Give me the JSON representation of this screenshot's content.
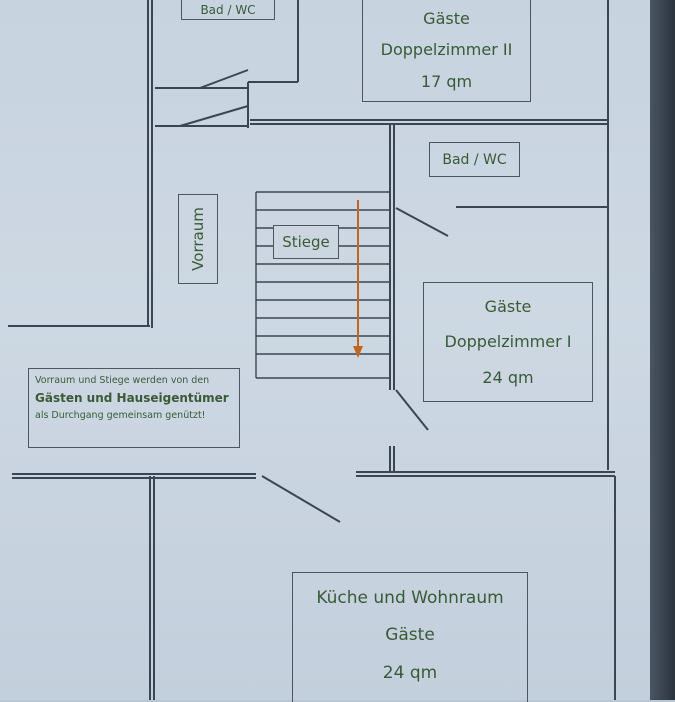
{
  "rooms": {
    "bad_top": "Bad / WC",
    "doppel2": {
      "line1": "Gäste",
      "line2": "Doppelzimmer II",
      "area": "17 qm"
    },
    "bad_right": "Bad / WC",
    "vorraum": "Vorraum",
    "stiege": "Stiege",
    "doppel1": {
      "line1": "Gäste",
      "line2": "Doppelzimmer I",
      "area": "24 qm"
    },
    "kueche": {
      "line1": "Küche und Wohnraum",
      "line2": "Gäste",
      "area": "24 qm"
    }
  },
  "note": {
    "line1": "Vorraum und Stiege werden von den",
    "line2": "Gästen und Hauseigentümer",
    "line3": "als Durchgang gemeinsam genützt!"
  },
  "colors": {
    "wall": "#3b4654",
    "text": "#3a5a36",
    "arrow": "#c2661f"
  }
}
